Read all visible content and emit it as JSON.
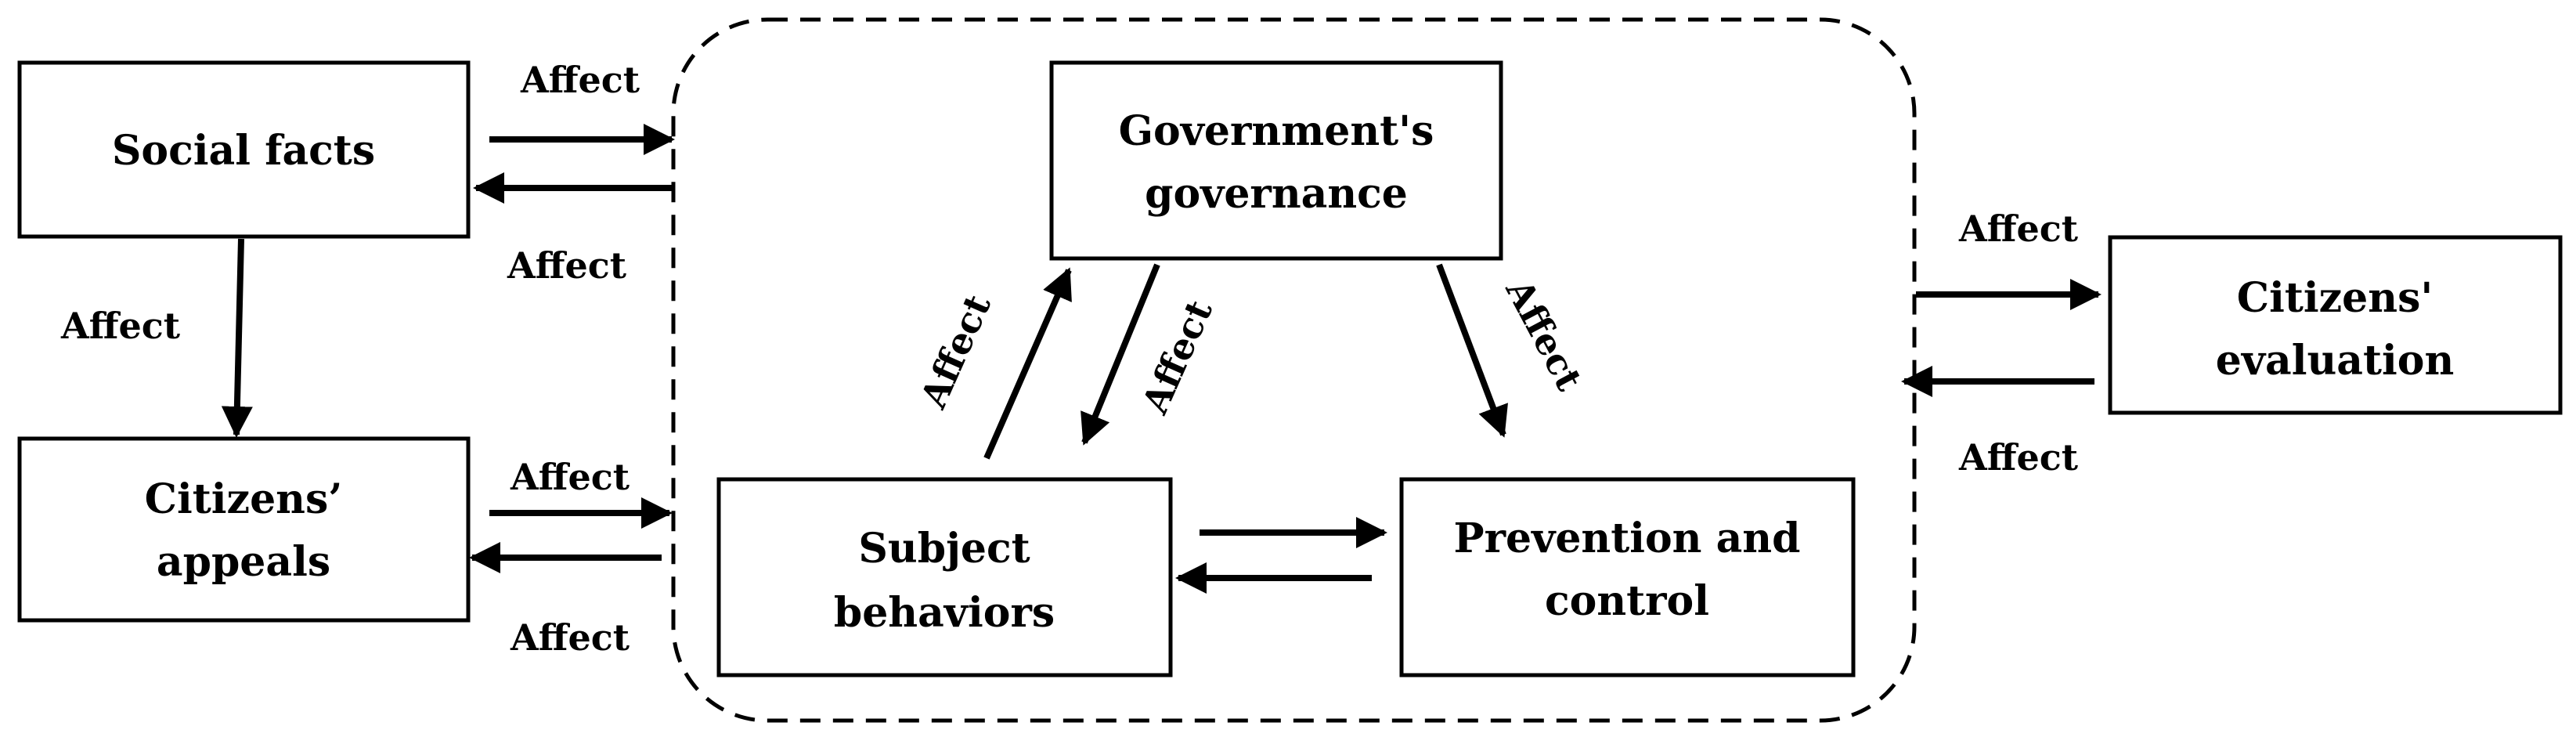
{
  "nodes": {
    "social_facts": {
      "line1": "Social facts"
    },
    "citizens_appeals": {
      "line1": "Citizens’",
      "line2": "appeals"
    },
    "gov_governance": {
      "line1": "Government's",
      "line2": "governance"
    },
    "subject_behaviors": {
      "line1": "Subject",
      "line2": "behaviors"
    },
    "prevention_control": {
      "line1": "Prevention and",
      "line2": "control"
    },
    "citizens_evaluation": {
      "line1": "Citizens'",
      "line2": "evaluation"
    }
  },
  "edge_labels": {
    "sf_to_group": "Affect",
    "group_to_sf": "Affect",
    "sf_to_appeals": "Affect",
    "appeals_to_group": "Affect",
    "group_to_appeals": "Affect",
    "subject_to_gov": "Affect",
    "gov_to_subject": "Affect",
    "gov_to_prevention": "Affect",
    "group_to_evaluation": "Affect",
    "evaluation_to_group": "Affect"
  }
}
